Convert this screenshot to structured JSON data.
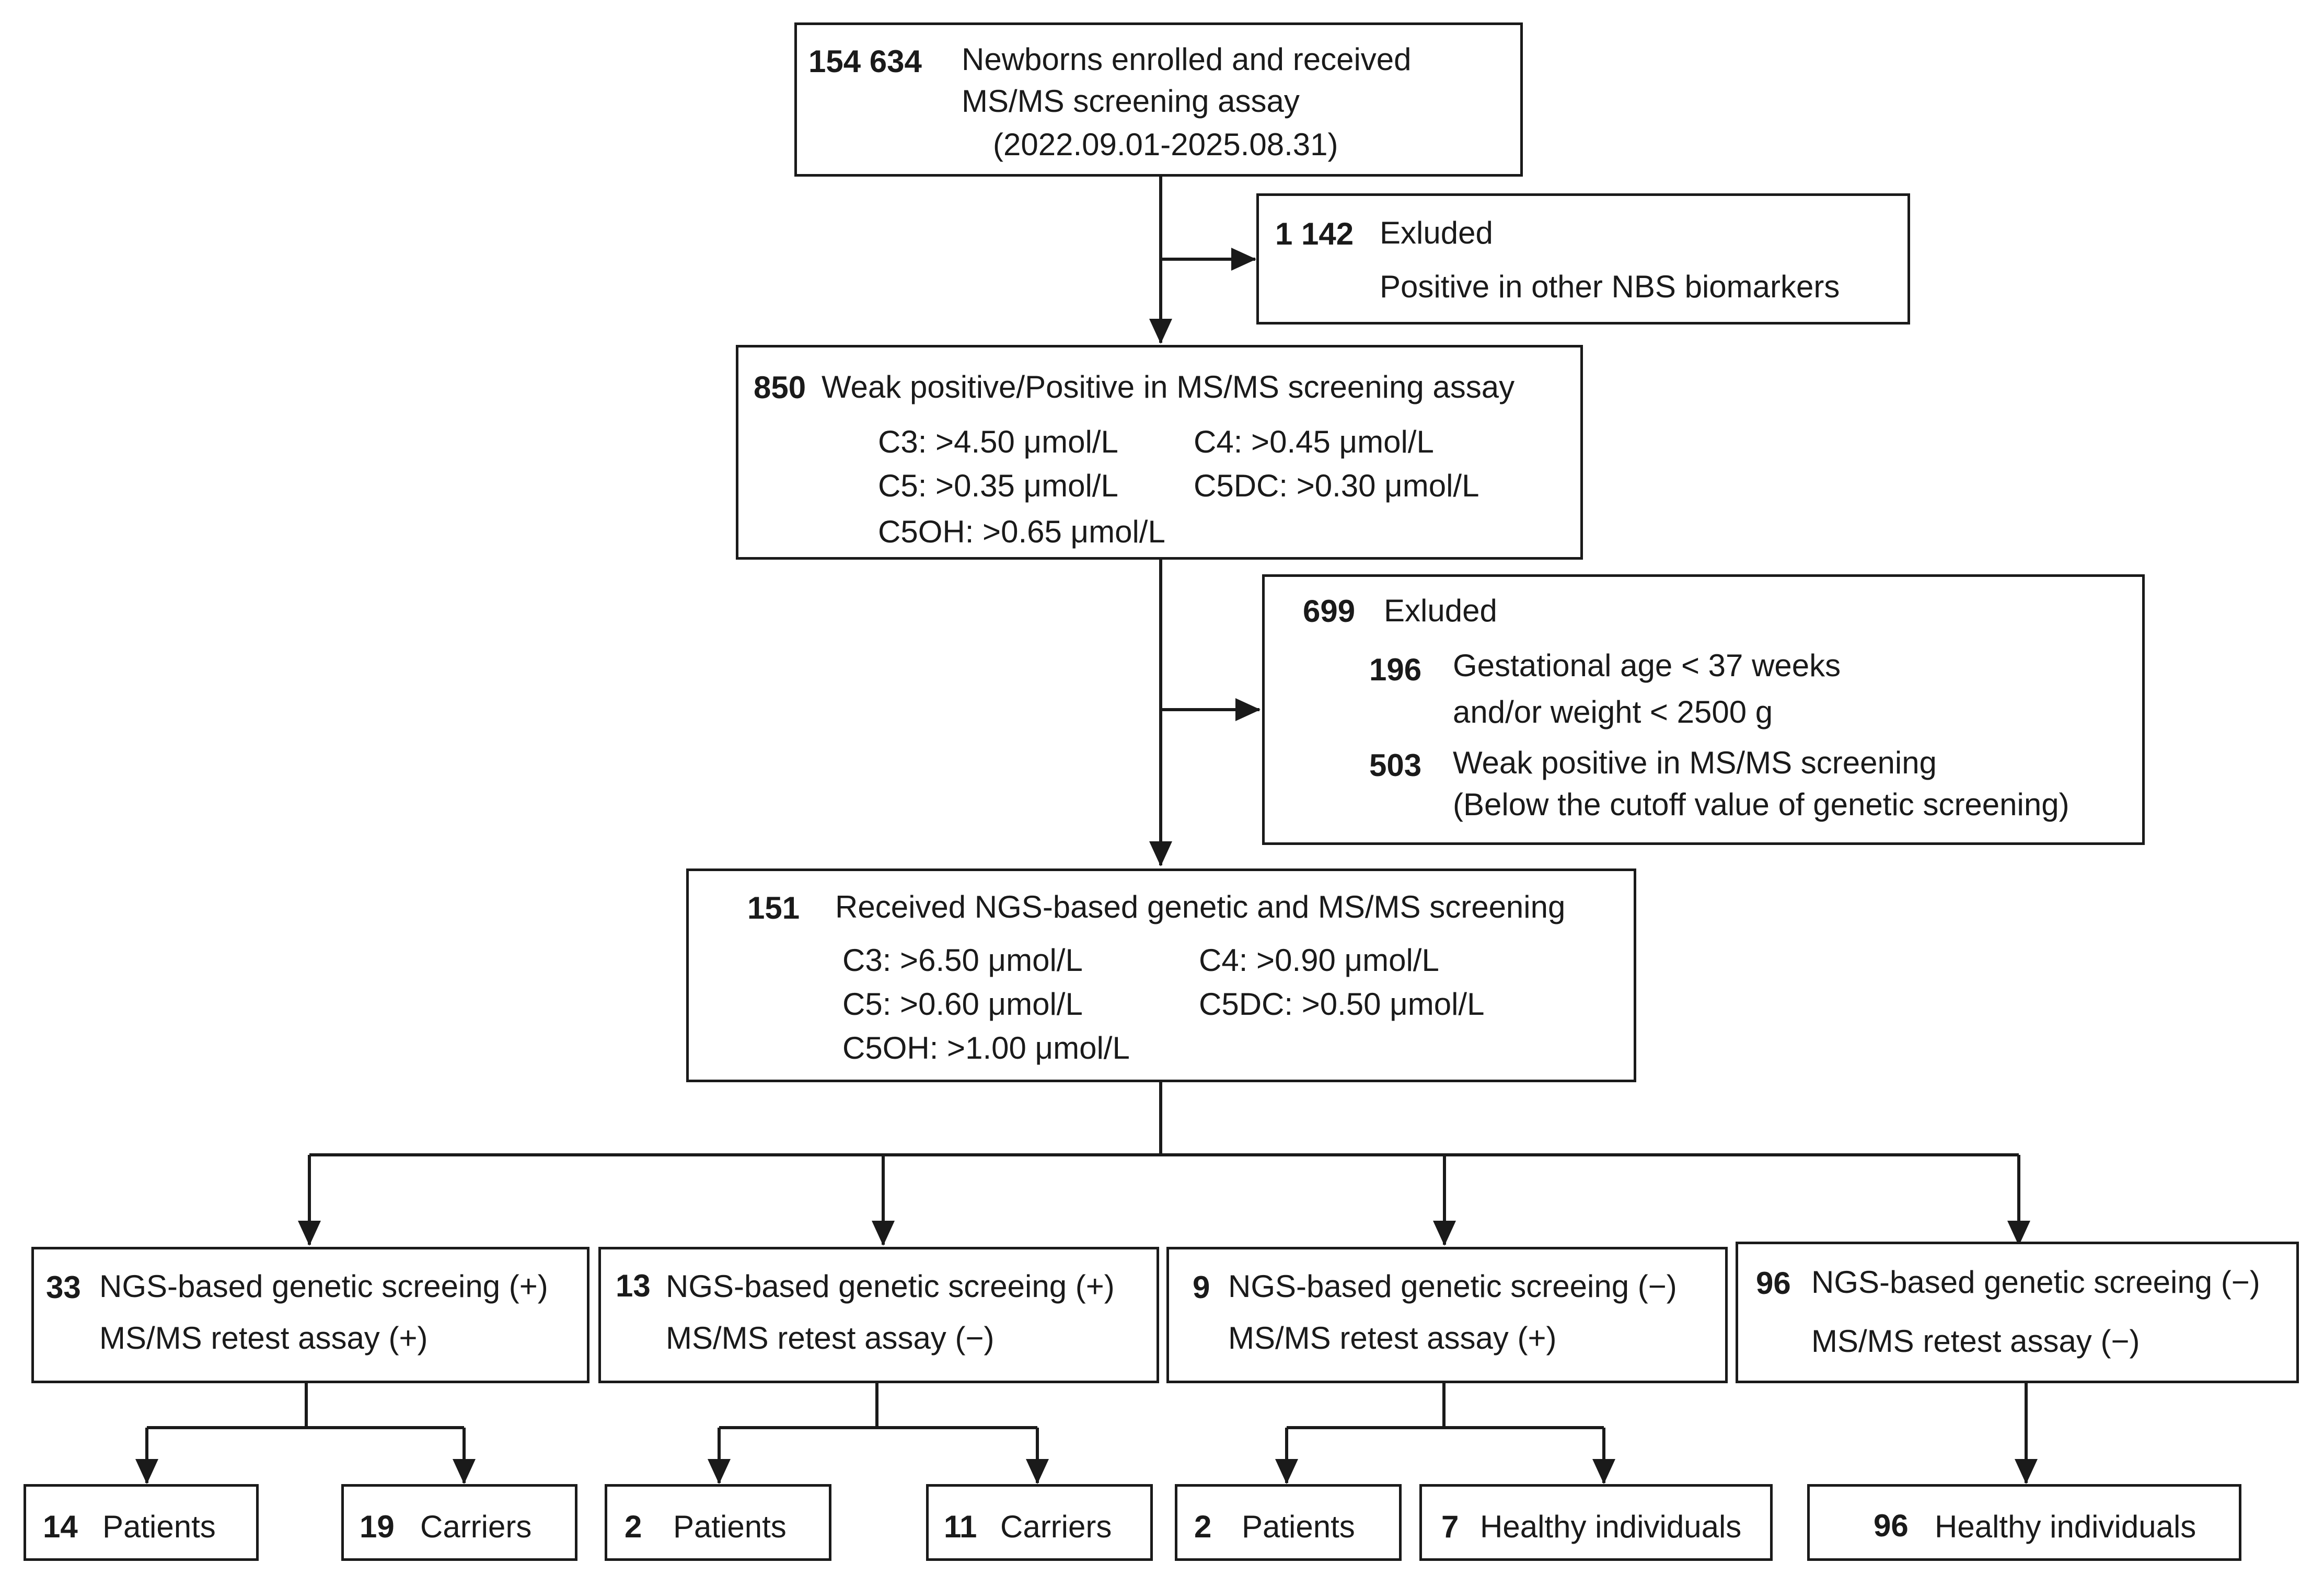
{
  "enrolled": {
    "count": "154 634",
    "line1": "Newborns enrolled and received",
    "line2": "MS/MS screening assay",
    "period": "(2022.09.01-2025.08.31)"
  },
  "excluded1": {
    "count": "1 142",
    "label": "Exluded",
    "reason": "Positive in other NBS biomarkers"
  },
  "positive": {
    "count": "850",
    "label": "Weak positive/Positive in MS/MS screening assay",
    "c3": "C3: >4.50 μmol/L",
    "c4": "C4: >0.45 μmol/L",
    "c5": "C5: >0.35 μmol/L",
    "c5dc": "C5DC: >0.30 μmol/L",
    "c5oh": "C5OH: >0.65 μmol/L"
  },
  "excluded2": {
    "count": "699",
    "label": "Exluded",
    "sub1_count": "196",
    "sub1_line1": "Gestational age < 37 weeks",
    "sub1_line2": "and/or weight < 2500 g",
    "sub2_count": "503",
    "sub2_line1": "Weak positive in MS/MS screening",
    "sub2_line2": "(Below the cutoff value of genetic screening)"
  },
  "ngs": {
    "count": "151",
    "label": "Received NGS-based genetic and MS/MS screening",
    "c3": "C3: >6.50 μmol/L",
    "c4": "C4: >0.90 μmol/L",
    "c5": "C5: >0.60 μmol/L",
    "c5dc": "C5DC: >0.50 μmol/L",
    "c5oh": "C5OH: >1.00 μmol/L"
  },
  "groups": [
    {
      "count": "33",
      "line1": "NGS-based genetic screeing (+)",
      "line2": "MS/MS retest assay (+)"
    },
    {
      "count": "13",
      "line1": "NGS-based genetic screeing (+)",
      "line2": "MS/MS retest assay (−)"
    },
    {
      "count": "9",
      "line1": "NGS-based genetic screeing (−)",
      "line2": "MS/MS retest assay (+)"
    },
    {
      "count": "96",
      "line1": "NGS-based genetic screeing (−)",
      "line2": "MS/MS retest assay (−)"
    }
  ],
  "outcomes": [
    {
      "count": "14",
      "label": "Patients"
    },
    {
      "count": "19",
      "label": "Carriers"
    },
    {
      "count": "2",
      "label": "Patients"
    },
    {
      "count": "11",
      "label": "Carriers"
    },
    {
      "count": "2",
      "label": "Patients"
    },
    {
      "count": "7",
      "label": "Healthy individuals"
    },
    {
      "count": "96",
      "label": "Healthy individuals"
    }
  ]
}
